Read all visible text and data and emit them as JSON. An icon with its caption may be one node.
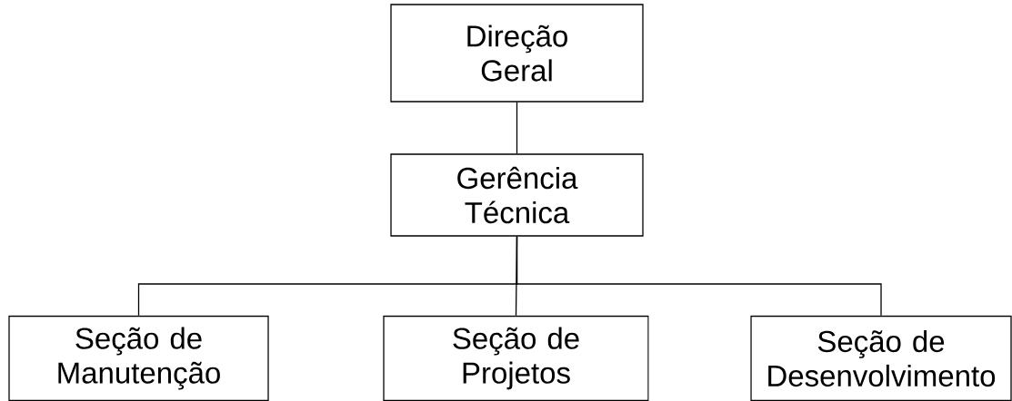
{
  "diagram": {
    "nodes": [
      {
        "text": [
          "Direção Geral"
        ]
      },
      {
        "text": [
          "Gerência Técnica"
        ]
      },
      {
        "text": [
          "Seção de Manutenção"
        ]
      },
      {
        "text": [
          "Seção de Projetos"
        ]
      },
      {
        "text": [
          "Seção de Desenvolvimento"
        ]
      }
    ],
    "edges": [
      {
        "from": 0,
        "to": 1,
        "arrow": "none"
      },
      {
        "from": 1,
        "to": 2,
        "arrow": "none"
      },
      {
        "from": 1,
        "to": 3,
        "arrow": "none"
      },
      {
        "from": 1,
        "to": 4,
        "arrow": "none"
      }
    ]
  }
}
